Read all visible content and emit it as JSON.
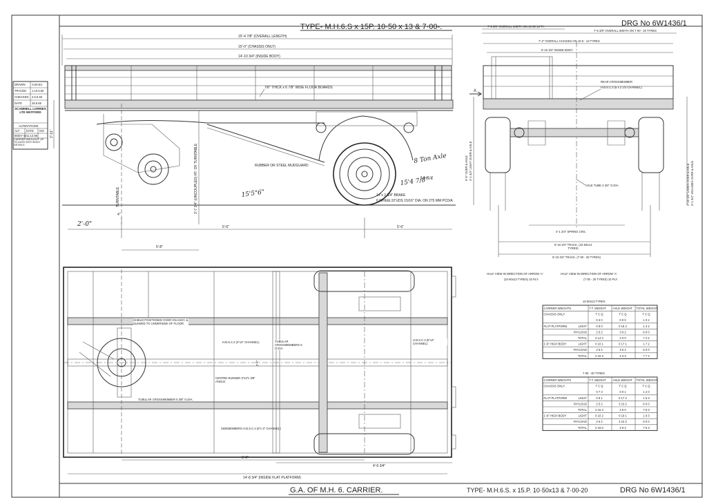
{
  "header": {
    "type_top": "TYPE- M.H.6.S x 15P. 10·50 x 13 & 7·00-.",
    "drg_top": "DRG No 6W1436/1"
  },
  "footer": {
    "title": "G.A. OF M.H. 6. CARRIER.",
    "type": "TYPE- M.H.6.S. x 15.P. 10·50x13 & 7·00-20",
    "drg": "DRG No 6W1436/1"
  },
  "title_block": {
    "rows": [
      {
        "label": "DRAWN",
        "value": "S.BASU"
      },
      {
        "label": "TRACED",
        "value": "1.10.5.50"
      },
      {
        "label": "CHECKED",
        "value": "2.5.5.50"
      },
      {
        "label": "DATE",
        "value": "25.5.55"
      }
    ],
    "company": "SCAMMELL LORRIES LTD WATFORD",
    "alterations_title": "ALTERATIONS",
    "alt_headers": [
      "ALT",
      "DATE",
      "ISS"
    ],
    "alt_row": [
      "BODY W",
      "11.12.56",
      ""
    ],
    "alt_note": "CARRIER BROUGHT UP TO DATE WITH BODY DETAILS"
  },
  "side_view": {
    "overall_length": "15'-4 7/8\" (OVERALL LENGTH)",
    "chassis_only": "15'-0\" (CHASSIS ONLY)",
    "inside_body": "14'-10 3/4\" (INSIDE BODY)",
    "floor_boards": "7/8\" THICK x 6 7/8\" WIDE FLOOR BOARDS",
    "mudguard": "RUBBER OR STEEL MUDGUARD",
    "brake": "14\"x 2 3/4\" BRAKE",
    "wheelstuds": "6 WHEELSTUDS 15/16\" DIA. ON 275 MM PCD/A",
    "turntable": "TURNTABLE",
    "uncoupled_height": "3'-7 3/4\" (UNCOUPLED) HT. OF TURNTABLE",
    "dim_2_0": "2'-0\"",
    "dim_4": "4\"",
    "dim_5_6_left": "5'-6\"",
    "dim_5_6_right": "5'-6\"",
    "dim_5_8": "5'-8\"",
    "height_left": "2'-11\"",
    "hand_axle": "8 Ton Axle",
    "hand_15_6": "15'5\"6\"",
    "hand_15_4": "15'4 7/8\"",
    "hand_15_4_b": "14 3/4"
  },
  "end_view": {
    "overall_width_10": "7'-5 5/8\" OVERALL WIDTH ON 10·50 13 TY.",
    "overall_width_7": "7'-5 3/8\" OVERALL WIDTH ON 7·00 - 20 TYRES",
    "overall_chassis": "7'-2\" OVERALL CHASSIS ON 10·5 - 13 TYRES",
    "inside_body": "5'-10 3/4\" INSIDE BODY",
    "rear_crossmember": "REAR CROSSMEMBER",
    "rear_channel": "H.B.S.C.3 (5 x 2 1/2 CHANNEL)",
    "axle_tube": "AXLE TUBE 4 3/4\" O.DIA.",
    "spring_ctrs": "4'-1 3/4\" SPRING CRS.",
    "track_10": "5'-10 3/4\" TRACK. (10·50x13 TYRES)",
    "track_7": "5'-10 3/4\" TRACK. (7·00 - 20 TYRES)",
    "arrow_a": "A",
    "right_vert_1": "2'-10 3/4\" LADEN OVER & AXLE",
    "right_vert_2": "3'-1 3/4\" UNLADEN OVER & AXLE",
    "left_vert_1": "5'-5\" OVER & AXLE",
    "left_vert_2": "4'-1 3/4\" LIGHT OVER & AXLE"
  },
  "plan_view": {
    "shield": "SHIELD POSITIONED OVER ON ASSY. & SLEWED TO UNDERSIDE OF FLOOR.",
    "channel_14": "H.B.S.C.2 (4\"x2\" CHANNEL)",
    "tubular_cross": "TUBULAR CROSSMEMBERS 5 O.DIA.",
    "hbsc3": "H.B.S.C.3 (5\"x2\" CHANNEL)",
    "centre_runner": "CENTRE RUNNER 3\"x3\"x 3/8\" ANGLE.",
    "tubular_cross_2": "TUBULAR CROSSMEMBER 5 3/8\" O.DIA.",
    "sidemembers": "SIDEMEMBERS H.B.S.C.4 (6\"x 3\" CHANNEL)",
    "dim_5_0": "5'-0\"",
    "dim_4_9": "4'-9 3/4\"",
    "inside_platform": "14'-8 3/4\" (INSIDE FLAT PLATFORM)",
    "dim_2_6": "2'-6\""
  },
  "half_view": {
    "left_title": "HALF VIEW IN DIRECTION OF ARROW 'A'",
    "left_sub": "(10·50x13 TYRES) 10 PLY.",
    "right_title": "HALF VIEW IN DIRECTION OF ARROW 'A'",
    "right_sub": "(7·00 - 20 TYRES) 10 PLY."
  },
  "tables": [
    {
      "title": "10·50x13 TYRES",
      "headers": [
        "CARRIER WEIGHTS.",
        "T.T. WEIGHT",
        "AXLE WEIGHT",
        "TOTAL WEIGHT"
      ],
      "rows": [
        [
          "CHASSIS ONLY.",
          "",
          "T C Q\n0 3 0",
          "T C Q\n0 0 0",
          "T C Q\n1 0 2"
        ],
        [
          "FLAT PLATFORM",
          "LIGHT",
          "0 9 0",
          "0 15 2",
          "1 4 2"
        ],
        [
          "",
          "PAYLOAD",
          "2 5 2",
          "3 6 2",
          "6 0 0"
        ],
        [
          "",
          "TOTAL",
          "2 14 2",
          "4 0 0",
          "7 4 2"
        ],
        [
          "1'-6\" HIGH BODY",
          "LIGHT",
          "0 10 1",
          "0 17 1",
          "1 7 2"
        ],
        [
          "",
          "PAYLOAD",
          "2 5 2",
          "3 6 2",
          "6 0 0"
        ],
        [
          "",
          "TOTAL",
          "2 15 3",
          "4 3 3",
          "7 7 2"
        ]
      ]
    },
    {
      "title": "7·00 - 20 TYRES",
      "headers": [
        "CARRIER WEIGHTS",
        "T.T. WEIGHT",
        "AXLE WEIGHT",
        "TOTAL WEIGHT"
      ],
      "rows": [
        [
          "CHASSIS ONLY.",
          "",
          "T C Q\n0 7 3",
          "T C Q\n0 0 1",
          "T C Q\n1 2 0"
        ],
        [
          "FLAT PLATFORM",
          "LIGHT",
          "0 9 1",
          "0 17 2",
          "1 6 3"
        ],
        [
          "",
          "PAYLOAD",
          "2 5 2",
          "3 10 2",
          "6 0 0"
        ],
        [
          "",
          "TOTAL",
          "2 15 3",
          "4 8 0",
          "7 6 3"
        ],
        [
          "1'-6\" HIGH BODY",
          "LIGHT",
          "0 10 2",
          "0 19 1",
          "1 9 3"
        ],
        [
          "",
          "PAYLOAD",
          "2 5 2",
          "3 10 2",
          "6 0 0"
        ],
        [
          "",
          "TOTAL",
          "2 16 0",
          "4 9 3",
          "7 5 3"
        ]
      ]
    }
  ]
}
